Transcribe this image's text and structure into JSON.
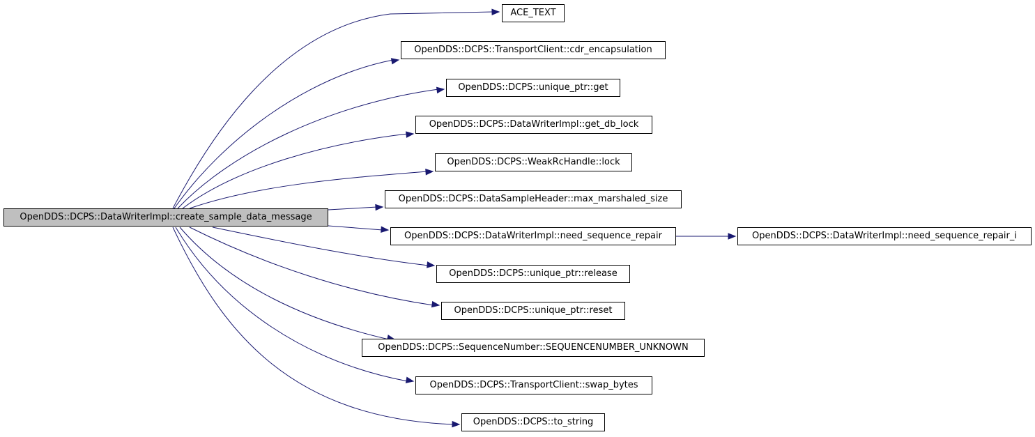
{
  "graph": {
    "edge_color": "#191970",
    "root_fill": "#bfbfbf",
    "root": "OpenDDS::DCPS::DataWriterImpl::create_sample_data_message",
    "nodes": {
      "ace_text": "ACE_TEXT",
      "cdr_encapsulation": "OpenDDS::DCPS::TransportClient::cdr_encapsulation",
      "unique_ptr_get": "OpenDDS::DCPS::unique_ptr::get",
      "get_db_lock": "OpenDDS::DCPS::DataWriterImpl::get_db_lock",
      "weakrchandle_lock": "OpenDDS::DCPS::WeakRcHandle::lock",
      "max_marshaled_size": "OpenDDS::DCPS::DataSampleHeader::max_marshaled_size",
      "need_sequence_repair": "OpenDDS::DCPS::DataWriterImpl::need_sequence_repair",
      "need_sequence_repair_i": "OpenDDS::DCPS::DataWriterImpl::need_sequence_repair_i",
      "unique_ptr_release": "OpenDDS::DCPS::unique_ptr::release",
      "unique_ptr_reset": "OpenDDS::DCPS::unique_ptr::reset",
      "sequencenumber_unknown": "OpenDDS::DCPS::SequenceNumber::SEQUENCENUMBER_UNKNOWN",
      "swap_bytes": "OpenDDS::DCPS::TransportClient::swap_bytes",
      "to_string": "OpenDDS::DCPS::to_string"
    },
    "edges": [
      [
        "root",
        "ace_text"
      ],
      [
        "root",
        "cdr_encapsulation"
      ],
      [
        "root",
        "unique_ptr_get"
      ],
      [
        "root",
        "get_db_lock"
      ],
      [
        "root",
        "weakrchandle_lock"
      ],
      [
        "root",
        "max_marshaled_size"
      ],
      [
        "root",
        "need_sequence_repair"
      ],
      [
        "root",
        "unique_ptr_release"
      ],
      [
        "root",
        "unique_ptr_reset"
      ],
      [
        "root",
        "sequencenumber_unknown"
      ],
      [
        "root",
        "swap_bytes"
      ],
      [
        "root",
        "to_string"
      ],
      [
        "need_sequence_repair",
        "need_sequence_repair_i"
      ]
    ]
  }
}
